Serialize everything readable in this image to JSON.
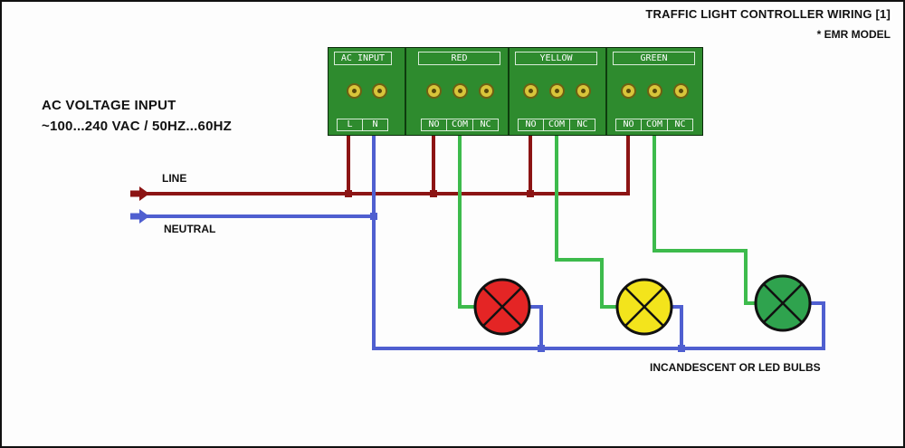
{
  "header": {
    "title": "TRAFFIC LIGHT CONTROLLER WIRING [1]",
    "model_note": "* EMR MODEL"
  },
  "source_label": {
    "line1": "AC VOLTAGE INPUT",
    "line2": "~100...240 VAC / 50HZ...60HZ"
  },
  "wire_labels": {
    "line": "LINE",
    "neutral": "NEUTRAL"
  },
  "bulbs_label": "INCANDESCENT OR LED BULBS",
  "terminal_block": {
    "sections": [
      {
        "label": "AC INPUT",
        "pins": [
          "L",
          "N"
        ]
      },
      {
        "label": "RED",
        "pins": [
          "NO",
          "COM",
          "NC"
        ]
      },
      {
        "label": "YELLOW",
        "pins": [
          "NO",
          "COM",
          "NC"
        ]
      },
      {
        "label": "GREEN",
        "pins": [
          "NO",
          "COM",
          "NC"
        ]
      }
    ]
  },
  "colors": {
    "line_wire": "#8c1414",
    "neutral_wire": "#4f5fd0",
    "lamp_wire": "#3dbb4c",
    "bulb_red": "#e42525",
    "bulb_yellow": "#f3e41c",
    "bulb_green": "#2fa34e",
    "panel_green": "#2e8b2e"
  }
}
